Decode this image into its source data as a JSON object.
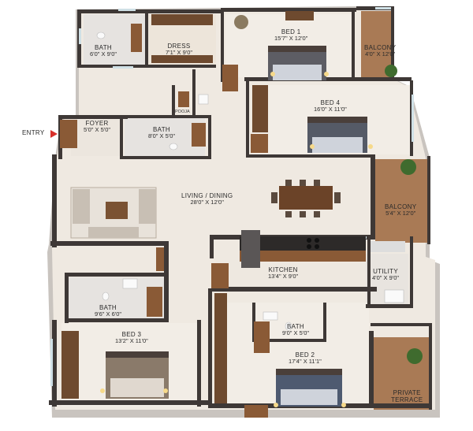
{
  "entry_label": "ENTRY",
  "rooms": {
    "bath_top": {
      "name": "BATH",
      "dims": "6'0\" X 9'0\""
    },
    "dress": {
      "name": "DRESS",
      "dims": "7'1\" X 9'0\""
    },
    "bed1": {
      "name": "BED 1",
      "dims": "15'7\" X 12'0\""
    },
    "balcony_top": {
      "name": "BALCONY",
      "dims": "4'0\" X 12'0\""
    },
    "bed4": {
      "name": "BED 4",
      "dims": "16'0\" X 11'0\""
    },
    "foyer": {
      "name": "FOYER",
      "dims": "5'0\" X 5'0\""
    },
    "bath_foyer": {
      "name": "BATH",
      "dims": "8'0\" X 5'0\""
    },
    "pooja": {
      "name": "POOJA"
    },
    "living": {
      "name": "LIVING / DINING",
      "dims": "28'0\" X 12'0\""
    },
    "balcony_right": {
      "name": "BALCONY",
      "dims": "5'4\" X 12'0\""
    },
    "kitchen": {
      "name": "KITCHEN",
      "dims": "13'4\" X 9'0\""
    },
    "utility": {
      "name": "UTILITY",
      "dims": "4'0\" X 9'0\""
    },
    "bath_left": {
      "name": "BATH",
      "dims": "9'6\" X 6'0\""
    },
    "bed3": {
      "name": "BED 3",
      "dims": "13'2\" X 11'0\""
    },
    "bath_bed2": {
      "name": "BATH",
      "dims": "9'0\" X 5'0\""
    },
    "bed2": {
      "name": "BED 2",
      "dims": "17'4\" X 11'1\""
    },
    "terrace": {
      "name": "PRIVATE",
      "name2": "TERRACE"
    }
  },
  "colors": {
    "floor": "#efe9e1",
    "wall_top": "#3e3836",
    "wall_side": "#c9c4bf",
    "wood": "#8a5a36",
    "terrace_deck": "#a97a55",
    "entry_arrow": "#d8302a"
  },
  "icons": [
    "entry-arrow-icon",
    "plant-icon",
    "bed-icon",
    "sofa-icon",
    "dining-table-icon",
    "toilet-icon",
    "washbasin-icon",
    "stove-icon",
    "door-icon"
  ]
}
